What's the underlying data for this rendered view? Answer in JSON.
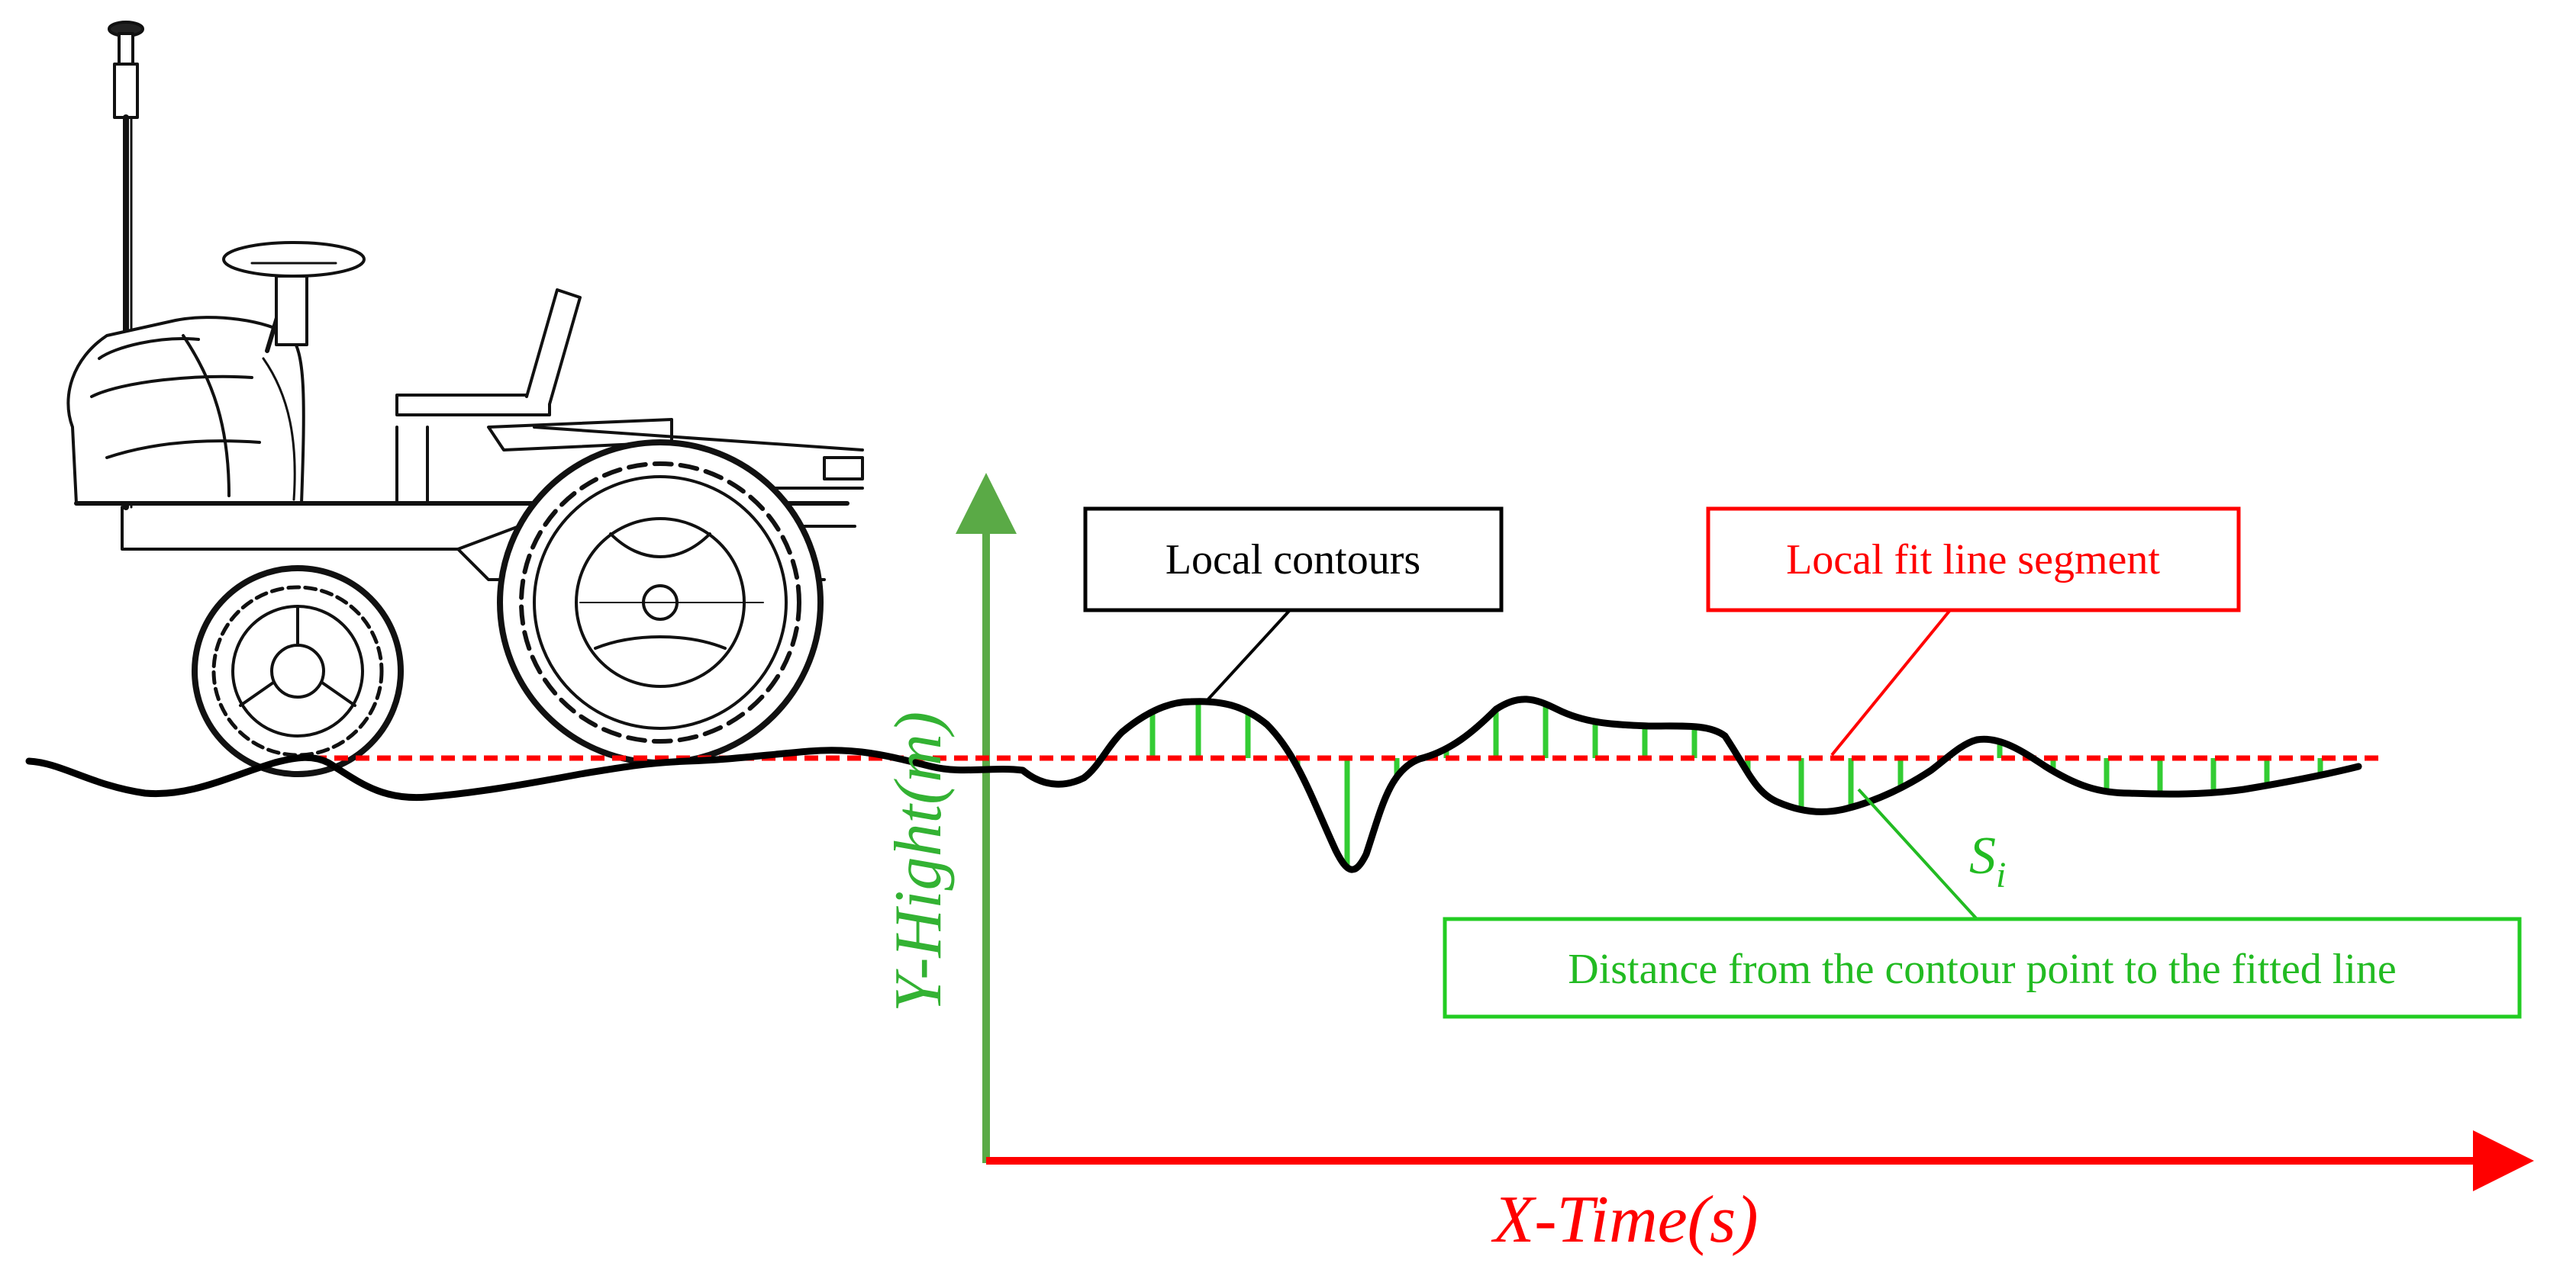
{
  "diagram": {
    "y_axis_label": "Y-Hight(m)",
    "x_axis_label": "X-Time(s)",
    "callouts": {
      "contour": "Local contours",
      "fit_line": "Local fit line segment",
      "distance": "Distance from the contour point to the fitted line"
    },
    "distance_symbol": {
      "base": "S",
      "subscript": "i"
    },
    "colors": {
      "contour": "#000000",
      "fit_line": "#ff0000",
      "distance_marks": "#33cc33",
      "y_axis": "#5aaa46",
      "x_axis": "#ff0000",
      "distance_label": "#22bb22"
    },
    "illustration": "tractor-with-gnss-antenna"
  }
}
